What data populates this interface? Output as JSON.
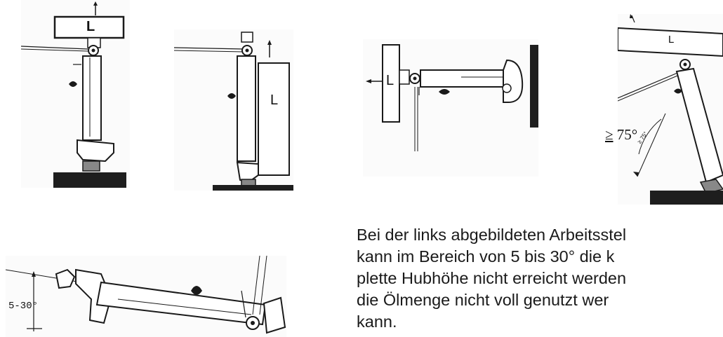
{
  "figures": {
    "fig1": {
      "load_label": "L"
    },
    "fig2": {
      "load_label": "L"
    },
    "fig3": {
      "load_label": "L"
    },
    "fig4": {
      "load_label": "L",
      "angle_symbol": "≥",
      "angle_value": "75°",
      "small_angle": "≥ 75°"
    },
    "fig5": {
      "angle_range": "5-30°"
    }
  },
  "paragraph": {
    "lines": [
      "Bei der links abgebildeten Arbeitsstel",
      "kann im Bereich von 5 bis 30° die k",
      "plette Hubhöhe nicht erreicht werden",
      "die Ölmenge nicht voll genutzt wer",
      "kann."
    ]
  },
  "colors": {
    "ink": "#1a1a1a",
    "paper": "#fbfbfb",
    "ground": "#1e1e1e"
  }
}
